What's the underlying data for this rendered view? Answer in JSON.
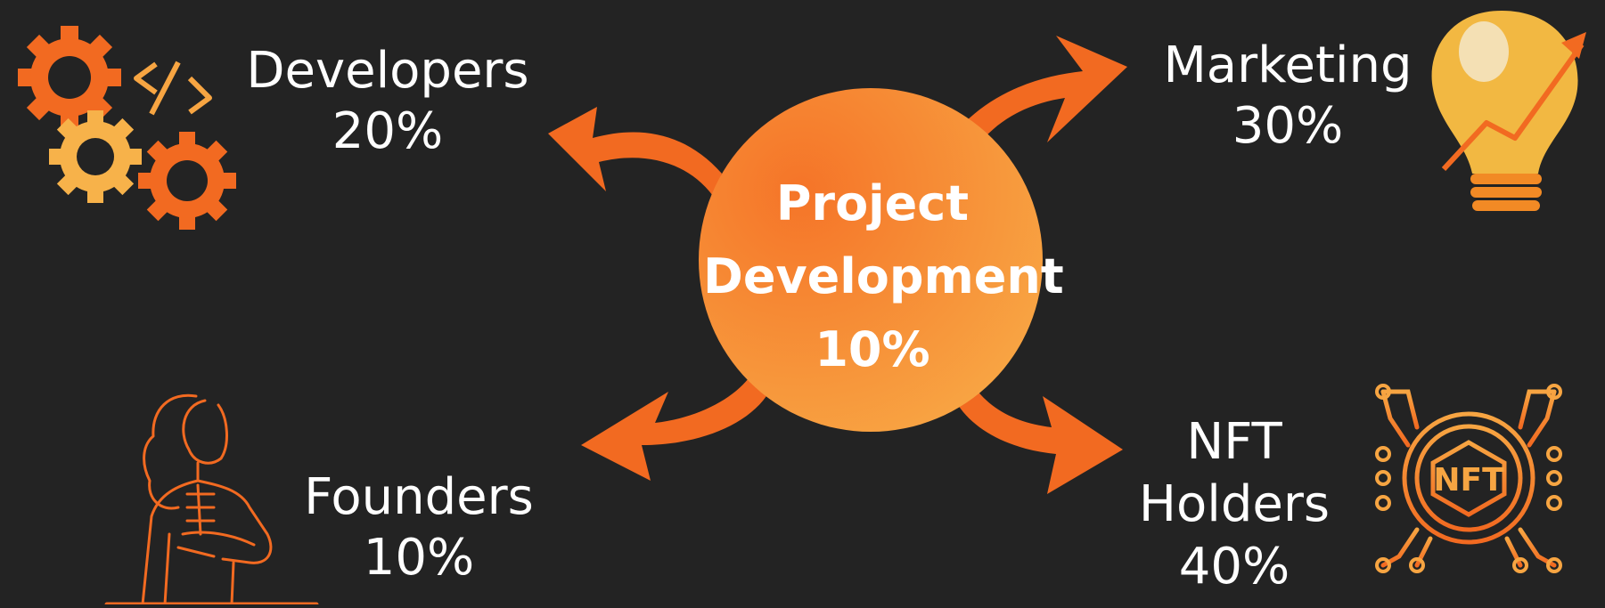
{
  "center": {
    "line1": "Project",
    "line2": "Development",
    "line3": "10%"
  },
  "items": {
    "developers": {
      "name": "Developers",
      "value": "20%"
    },
    "marketing": {
      "name": "Marketing",
      "value": "30%"
    },
    "founders": {
      "name": "Founders",
      "value": "10%"
    },
    "nft_holders": {
      "name_line1": "NFT",
      "name_line2": "Holders",
      "value": "40%"
    }
  },
  "nft_badge": "NFT",
  "colors": {
    "background": "#232323",
    "accent": "#F26A21",
    "accent_light": "#F7A542",
    "text": "#FFFFFF"
  }
}
